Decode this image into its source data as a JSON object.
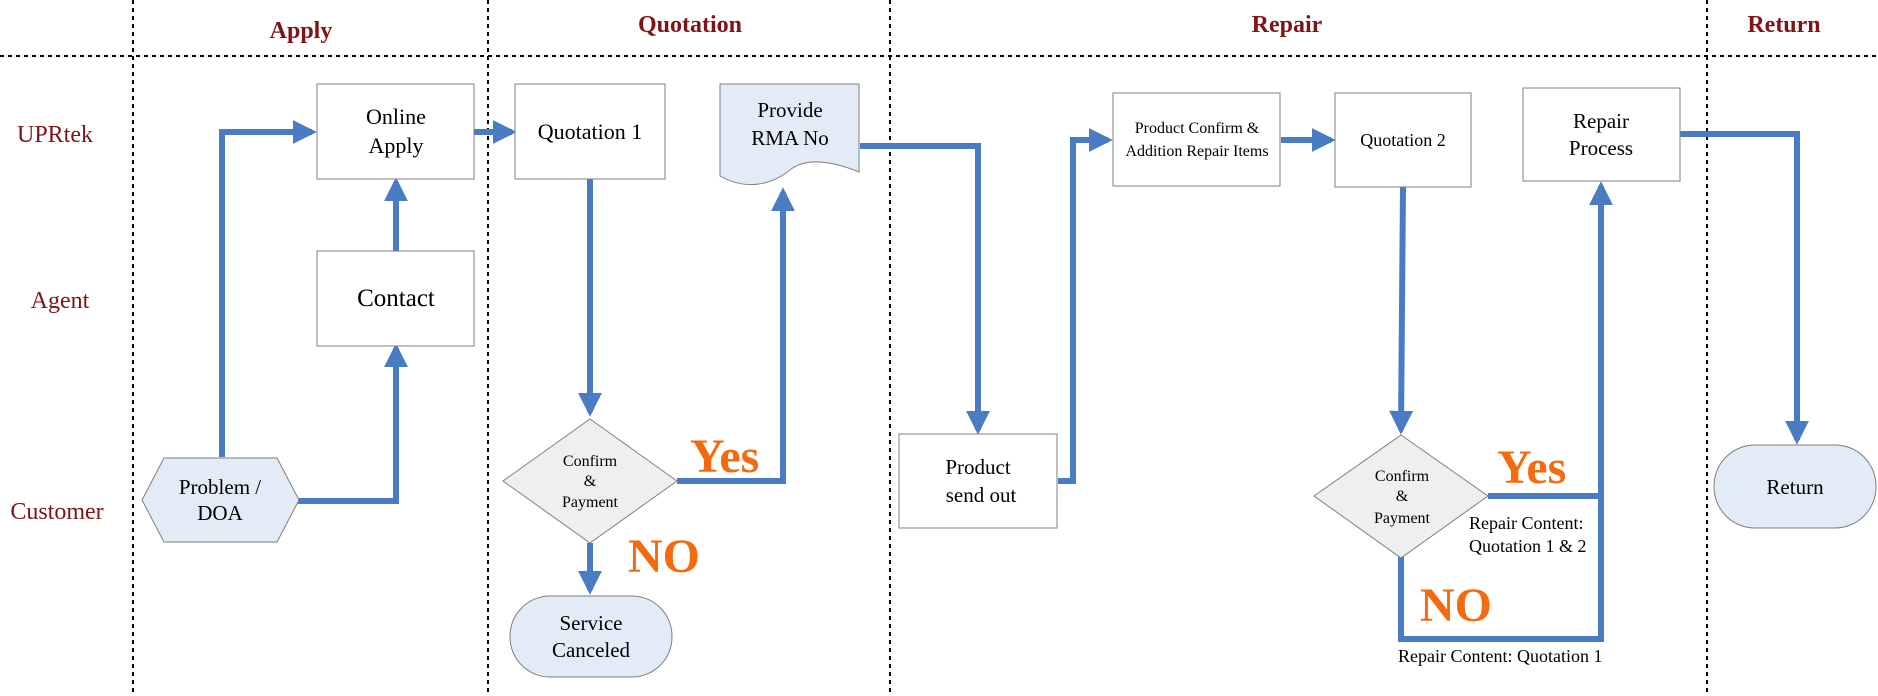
{
  "phases": {
    "apply": "Apply",
    "quotation": "Quotation",
    "repair": "Repair",
    "return": "Return"
  },
  "roles": {
    "uprtek": "UPRtek",
    "agent": "Agent",
    "customer": "Customer"
  },
  "nodes": {
    "online_apply": [
      "Online",
      "Apply"
    ],
    "contact": "Contact",
    "problem_doa": [
      "Problem /",
      "DOA"
    ],
    "quotation1": "Quotation 1",
    "provide_rma": [
      "Provide",
      "RMA No"
    ],
    "confirm1": [
      "Confirm",
      "&",
      "Payment"
    ],
    "service_canceled": [
      "Service",
      "Canceled"
    ],
    "product_send_out": [
      "Product",
      "send out"
    ],
    "product_confirm": [
      "Product Confirm &",
      "Addition Repair Items"
    ],
    "quotation2": "Quotation 2",
    "repair_process": [
      "Repair",
      "Process"
    ],
    "confirm2": [
      "Confirm",
      "&",
      "Payment"
    ],
    "return": "Return"
  },
  "labels": {
    "yes1": "Yes",
    "no1": "NO",
    "yes2": "Yes",
    "no2": "NO",
    "repair_content_12": [
      "Repair Content:",
      "Quotation 1 & 2"
    ],
    "repair_content_1": "Repair Content: Quotation 1"
  },
  "colors": {
    "header_red": "#7f1416",
    "flow_blue": "#4a7cc4",
    "yes_no_orange": "#f26b0f",
    "shape_fill_blue": "#e3ebf6",
    "diamond_fill": "#efefef"
  }
}
